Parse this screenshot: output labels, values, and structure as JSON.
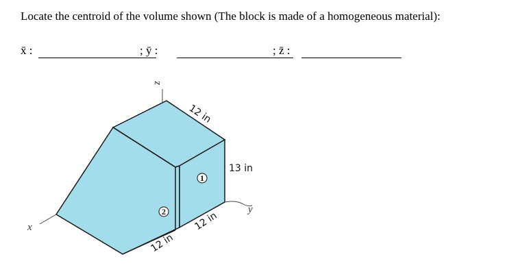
{
  "problem": {
    "statement": "Locate the centroid of the volume shown (The block is made of a homogeneous material):"
  },
  "answers": {
    "x_label": "x̄ :",
    "y_label": "; ȳ :",
    "z_label": "; z̄ :"
  },
  "figure": {
    "dim_top": "12 in",
    "dim_height": "13 in",
    "dim_bottom_left": "12 in",
    "dim_bottom_right": "12 in",
    "part_1": "1",
    "part_2": "2",
    "axis_x": "x",
    "axis_y": "y",
    "axis_z": "z",
    "fill_color": "#a3dcea",
    "stroke_color": "#1a1a1a"
  }
}
